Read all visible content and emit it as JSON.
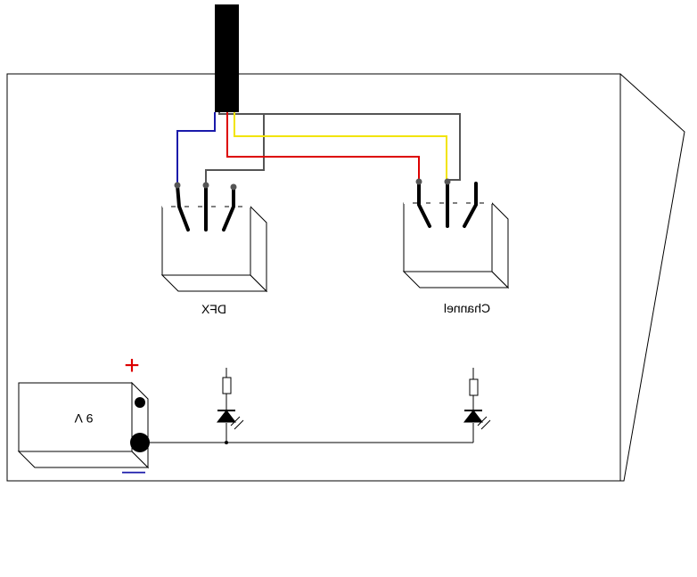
{
  "labels": {
    "switch_left": "DFX",
    "switch_right": "Channel",
    "battery": "9 V",
    "plus_sign": "+",
    "minus_sign": "—"
  },
  "colors": {
    "wire_blue": "#1a1aaa",
    "wire_red": "#dd0000",
    "wire_yellow": "#f2e400",
    "wire_gray": "#555555",
    "plus": "#dd0000",
    "minus": "#1a1aaa"
  }
}
